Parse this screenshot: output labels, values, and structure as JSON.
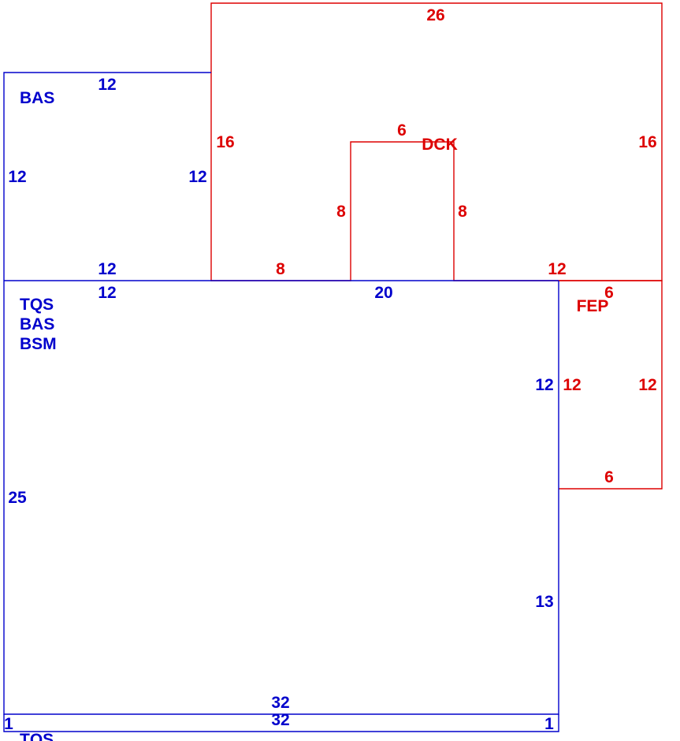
{
  "colors": {
    "main": "#0000cc",
    "addition": "#dd0000",
    "background": "#ffffff"
  },
  "areas": {
    "bas_upper": {
      "code": "BAS",
      "dims": {
        "top": "12",
        "left": "12",
        "right": "12",
        "bottom": "12"
      }
    },
    "main": {
      "codes": [
        "TQS",
        "BAS",
        "BSM"
      ],
      "dims": {
        "top_left": "12",
        "top_right": "20",
        "left": "25",
        "right_upper": "12",
        "right_lower": "13",
        "bottom": "32"
      }
    },
    "dck": {
      "code": "DCK",
      "dims": {
        "top": "26",
        "left": "16",
        "right": "16",
        "bottom_left": "8",
        "bottom_right": "12",
        "notch_top": "6",
        "notch_left": "8",
        "notch_right": "8"
      }
    },
    "fep": {
      "code": "FEP",
      "dims": {
        "top": "6",
        "left": "12",
        "right": "12",
        "bottom": "6"
      }
    },
    "strip": {
      "code": "TQS",
      "dims": {
        "top": "32",
        "left": "1",
        "right": "1"
      }
    }
  }
}
